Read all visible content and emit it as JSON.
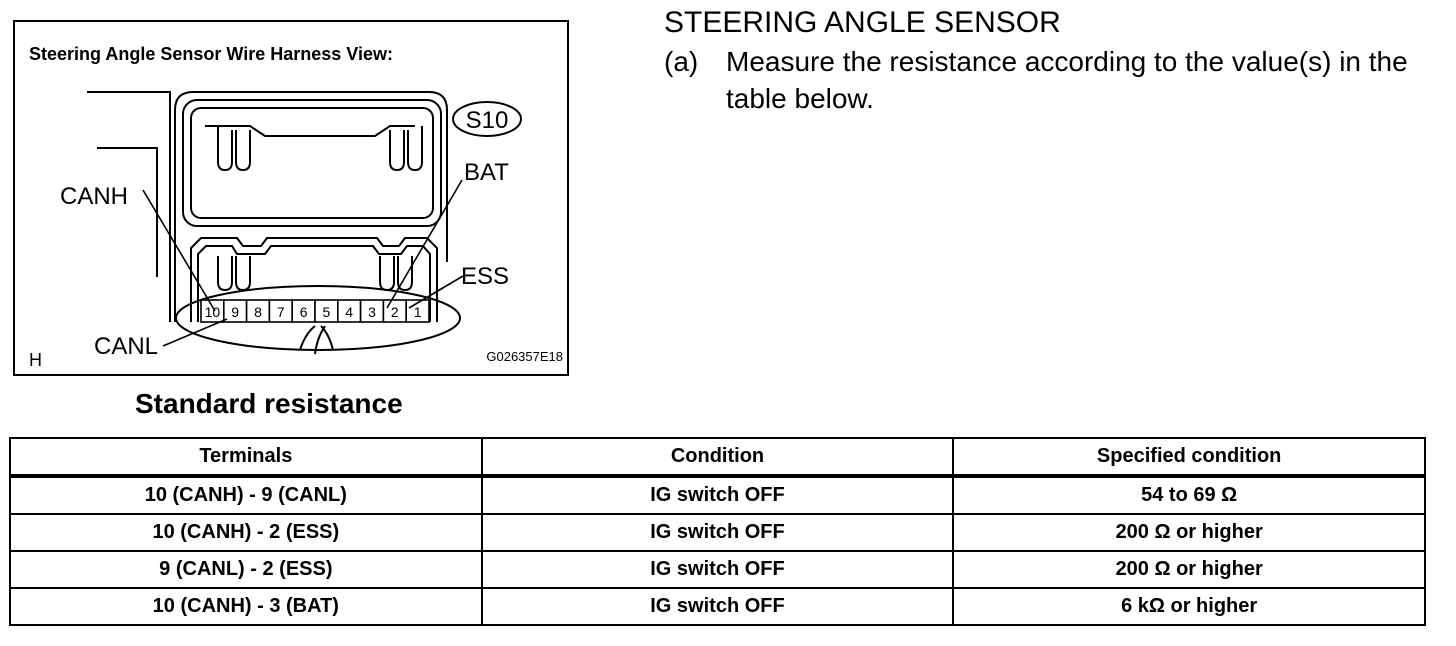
{
  "figure": {
    "title": "Steering Angle Sensor Wire Harness View:",
    "connector_code": "S10",
    "labels": {
      "canh": "CANH",
      "canl": "CANL",
      "bat": "BAT",
      "ess": "ESS"
    },
    "pins": [
      "10",
      "9",
      "8",
      "7",
      "6",
      "5",
      "4",
      "3",
      "2",
      "1"
    ],
    "corner_letter": "H",
    "figure_code": "G026357E18"
  },
  "heading": "STEERING ANGLE SENSOR",
  "step": {
    "label": "(a)",
    "text": "Measure the resistance according to the value(s) in the table below."
  },
  "table": {
    "title": "Standard resistance",
    "headers": [
      "Terminals",
      "Condition",
      "Specified condition"
    ],
    "rows": [
      [
        "10 (CANH) - 9 (CANL)",
        "IG switch OFF",
        "54 to 69 Ω"
      ],
      [
        "10 (CANH) - 2 (ESS)",
        "IG switch OFF",
        "200 Ω or higher"
      ],
      [
        "9 (CANL) - 2 (ESS)",
        "IG switch OFF",
        "200 Ω or higher"
      ],
      [
        "10 (CANH) - 3 (BAT)",
        "IG switch OFF",
        "6 kΩ or higher"
      ]
    ]
  }
}
